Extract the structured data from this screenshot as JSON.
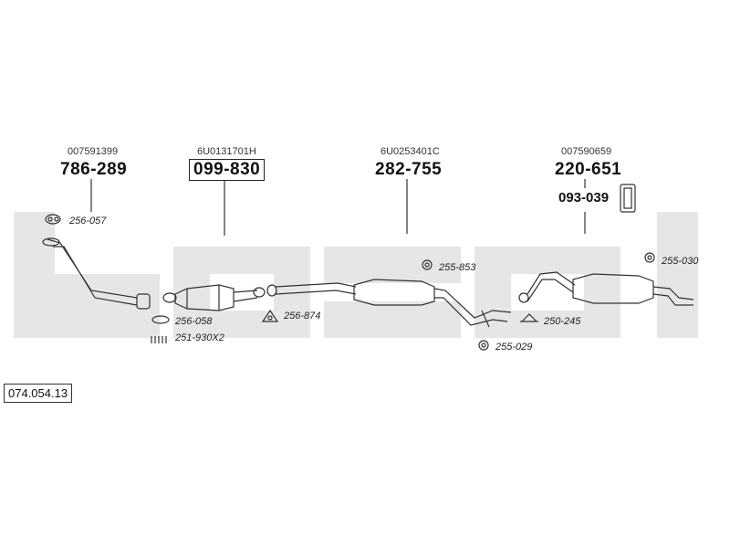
{
  "watermark_text": "bosal",
  "parts": [
    {
      "oem": "007591399",
      "number": "786-289"
    },
    {
      "oem": "6U0131701H",
      "number": "099-830"
    },
    {
      "oem": "6U0253401C",
      "number": "282-755"
    },
    {
      "oem": "007590659",
      "number": "220-651",
      "extra": "093-039"
    }
  ],
  "accessories": [
    {
      "code": "256-057"
    },
    {
      "code": "256-058"
    },
    {
      "code": "251-930X2"
    },
    {
      "code": "256-874"
    },
    {
      "code": "255-853"
    },
    {
      "code": "255-029"
    },
    {
      "code": "250-245"
    },
    {
      "code": "255-030"
    }
  ],
  "footer_code": "074.054.13",
  "colors": {
    "watermark": "#e6e6e6",
    "line": "#333333"
  }
}
